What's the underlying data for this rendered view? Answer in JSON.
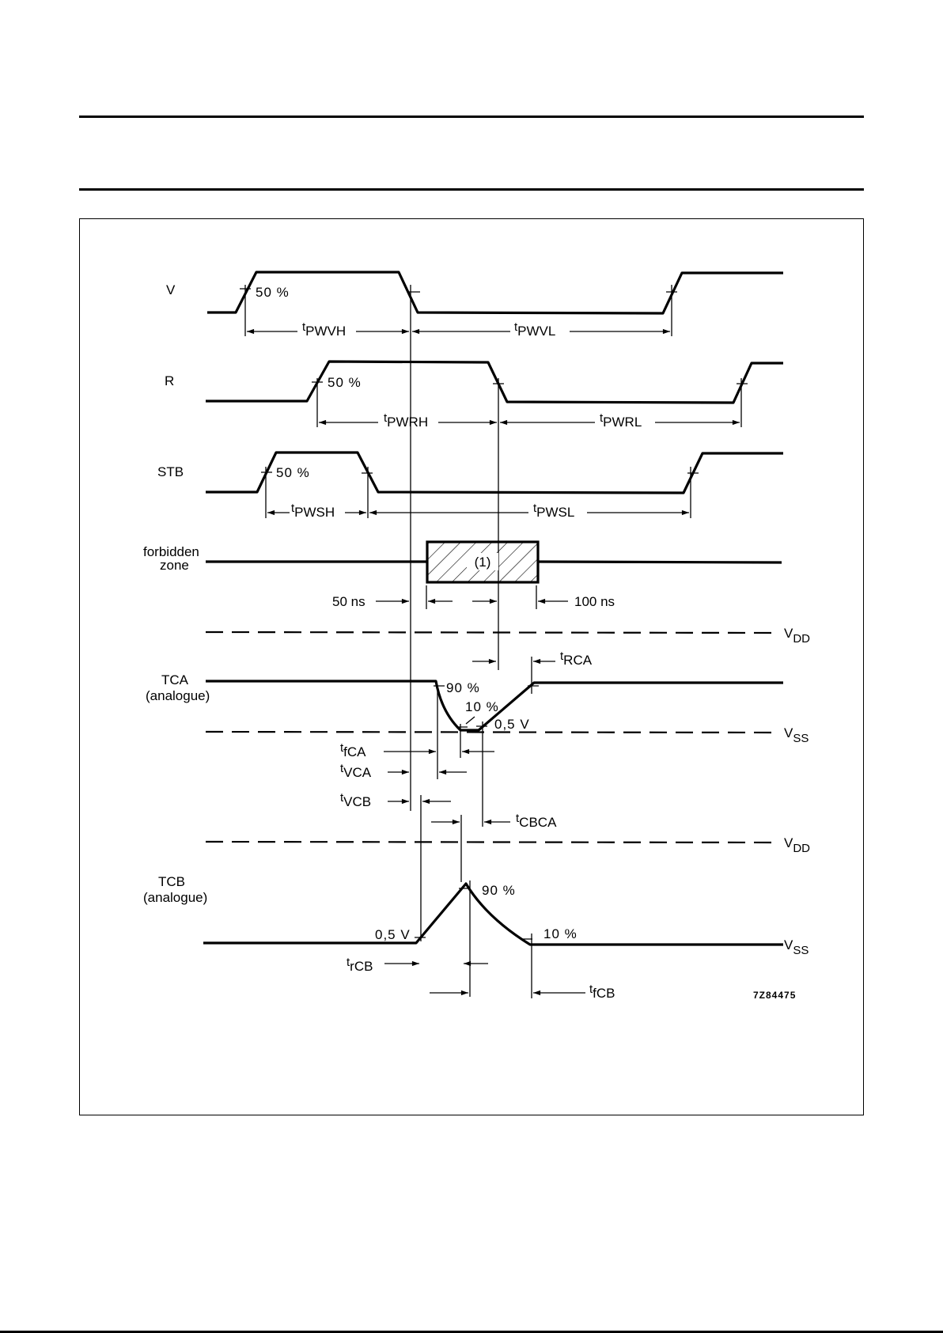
{
  "page": {
    "figure_code": "7Z84475"
  },
  "signals": {
    "v": {
      "label": "V",
      "threshold": "50 %"
    },
    "r": {
      "label": "R",
      "threshold": "50 %"
    },
    "stb": {
      "label": "STB",
      "threshold": "50 %"
    },
    "forbidden": {
      "label_line1": "forbidden",
      "label_line2": "zone",
      "note": "(1)"
    },
    "tca": {
      "label_line1": "TCA",
      "label_line2": "(analogue)",
      "level_high": "90 %",
      "level_low": "10 %",
      "level_volt": "0,5 V"
    },
    "tcb": {
      "label_line1": "TCB",
      "label_line2": "(analogue)",
      "level_high": "90 %",
      "level_low": "10 %",
      "level_volt": "0,5 V"
    }
  },
  "rails": {
    "vdd_1": {
      "main": "V",
      "sub": "DD"
    },
    "vss_1": {
      "main": "V",
      "sub": "SS"
    },
    "vdd_2": {
      "main": "V",
      "sub": "DD"
    },
    "vss_2": {
      "main": "V",
      "sub": "SS"
    }
  },
  "timings": {
    "pwvh": {
      "t": "t",
      "sub": "PWVH"
    },
    "pwvl": {
      "t": "t",
      "sub": "PWVL"
    },
    "pwrh": {
      "t": "t",
      "sub": "PWRH"
    },
    "pwrl": {
      "t": "t",
      "sub": "PWRL"
    },
    "pwsh": {
      "t": "t",
      "sub": "PWSH"
    },
    "pwsl": {
      "t": "t",
      "sub": "PWSL"
    },
    "ns50": "50 ns",
    "ns100": "100 ns",
    "rca": {
      "t": "t",
      "sub": "RCA"
    },
    "fca": {
      "t": "t",
      "sub": "fCA"
    },
    "vca": {
      "t": "t",
      "sub": "VCA"
    },
    "vcb": {
      "t": "t",
      "sub": "VCB"
    },
    "cbca": {
      "t": "t",
      "sub": "CBCA"
    },
    "rcb": {
      "t": "t",
      "sub": "rCB"
    },
    "fcb": {
      "t": "t",
      "sub": "fCB"
    }
  }
}
